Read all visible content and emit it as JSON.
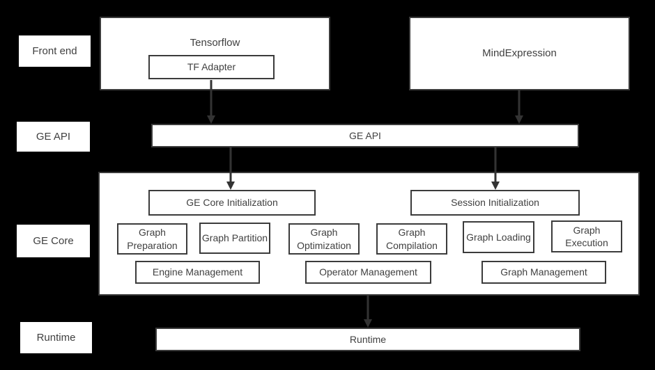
{
  "diagram": {
    "row_labels": [
      {
        "label": "Front end"
      },
      {
        "label": "GE API"
      },
      {
        "label": "GE Core"
      },
      {
        "label": "Runtime"
      }
    ],
    "front_end": {
      "tensorflow_title": "Tensorflow",
      "tf_adapter": "TF Adapter",
      "mind_expression": "MindExpression"
    },
    "ge_api_bar_label": "GE API",
    "ge_core": {
      "init_boxes": [
        {
          "label": "GE Core Initialization"
        },
        {
          "label": "Session Initialization"
        }
      ],
      "modules": [
        {
          "label": "Graph Preparation"
        },
        {
          "label": "Graph Partition"
        },
        {
          "label": "Graph Optimization"
        },
        {
          "label": "Graph Compilation"
        },
        {
          "label": "Graph Loading"
        },
        {
          "label": "Graph Execution"
        }
      ],
      "management": [
        {
          "label": "Engine Management"
        },
        {
          "label": "Operator Management"
        },
        {
          "label": "Graph Management"
        }
      ]
    },
    "runtime_bar_label": "Runtime",
    "colors": {
      "background": "#000000",
      "box_background": "#ffffff",
      "border": "#3b3b3b",
      "text": "#404040",
      "arrow": "#333333"
    }
  }
}
